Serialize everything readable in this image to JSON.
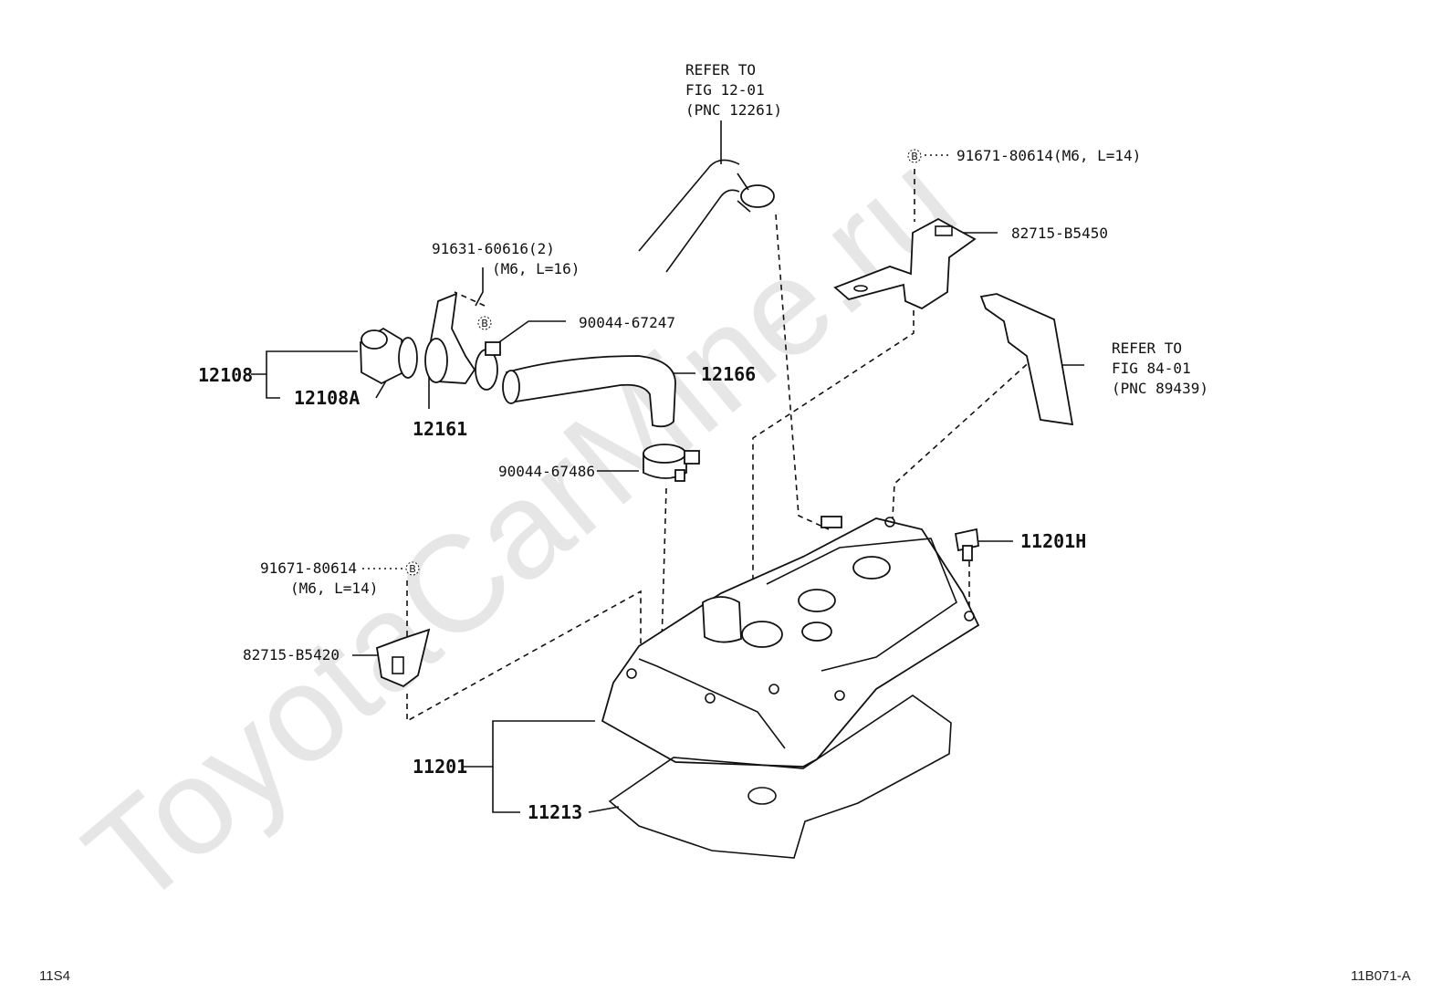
{
  "watermark": "ToyotaCarMine.ru",
  "corner_left": "11S4",
  "corner_right": "11B071-A",
  "refer_hose": [
    "REFER TO",
    "FIG 12-01",
    "(PNC 12261)"
  ],
  "refer_harness": [
    "REFER TO",
    "FIG 84-01",
    "(PNC 89439)"
  ],
  "bolt_symbol": "B",
  "parts": {
    "p12108": "12108",
    "p12108a": "12108A",
    "p12161": "12161",
    "p12166": "12166",
    "p91631": "91631-60616(2)",
    "p91631_spec": "(M6, L=16)",
    "p90044_247": "90044-67247",
    "p90044_486": "90044-67486",
    "p91671_top": "91671-80614(M6, L=14)",
    "p82715_450": "82715-B5450",
    "p91671_left": "91671-80614",
    "p91671_left_spec": "(M6, L=14)",
    "p82715_420": "82715-B5420",
    "p11201h": "11201H",
    "p11201": "11201",
    "p11213": "11213"
  }
}
